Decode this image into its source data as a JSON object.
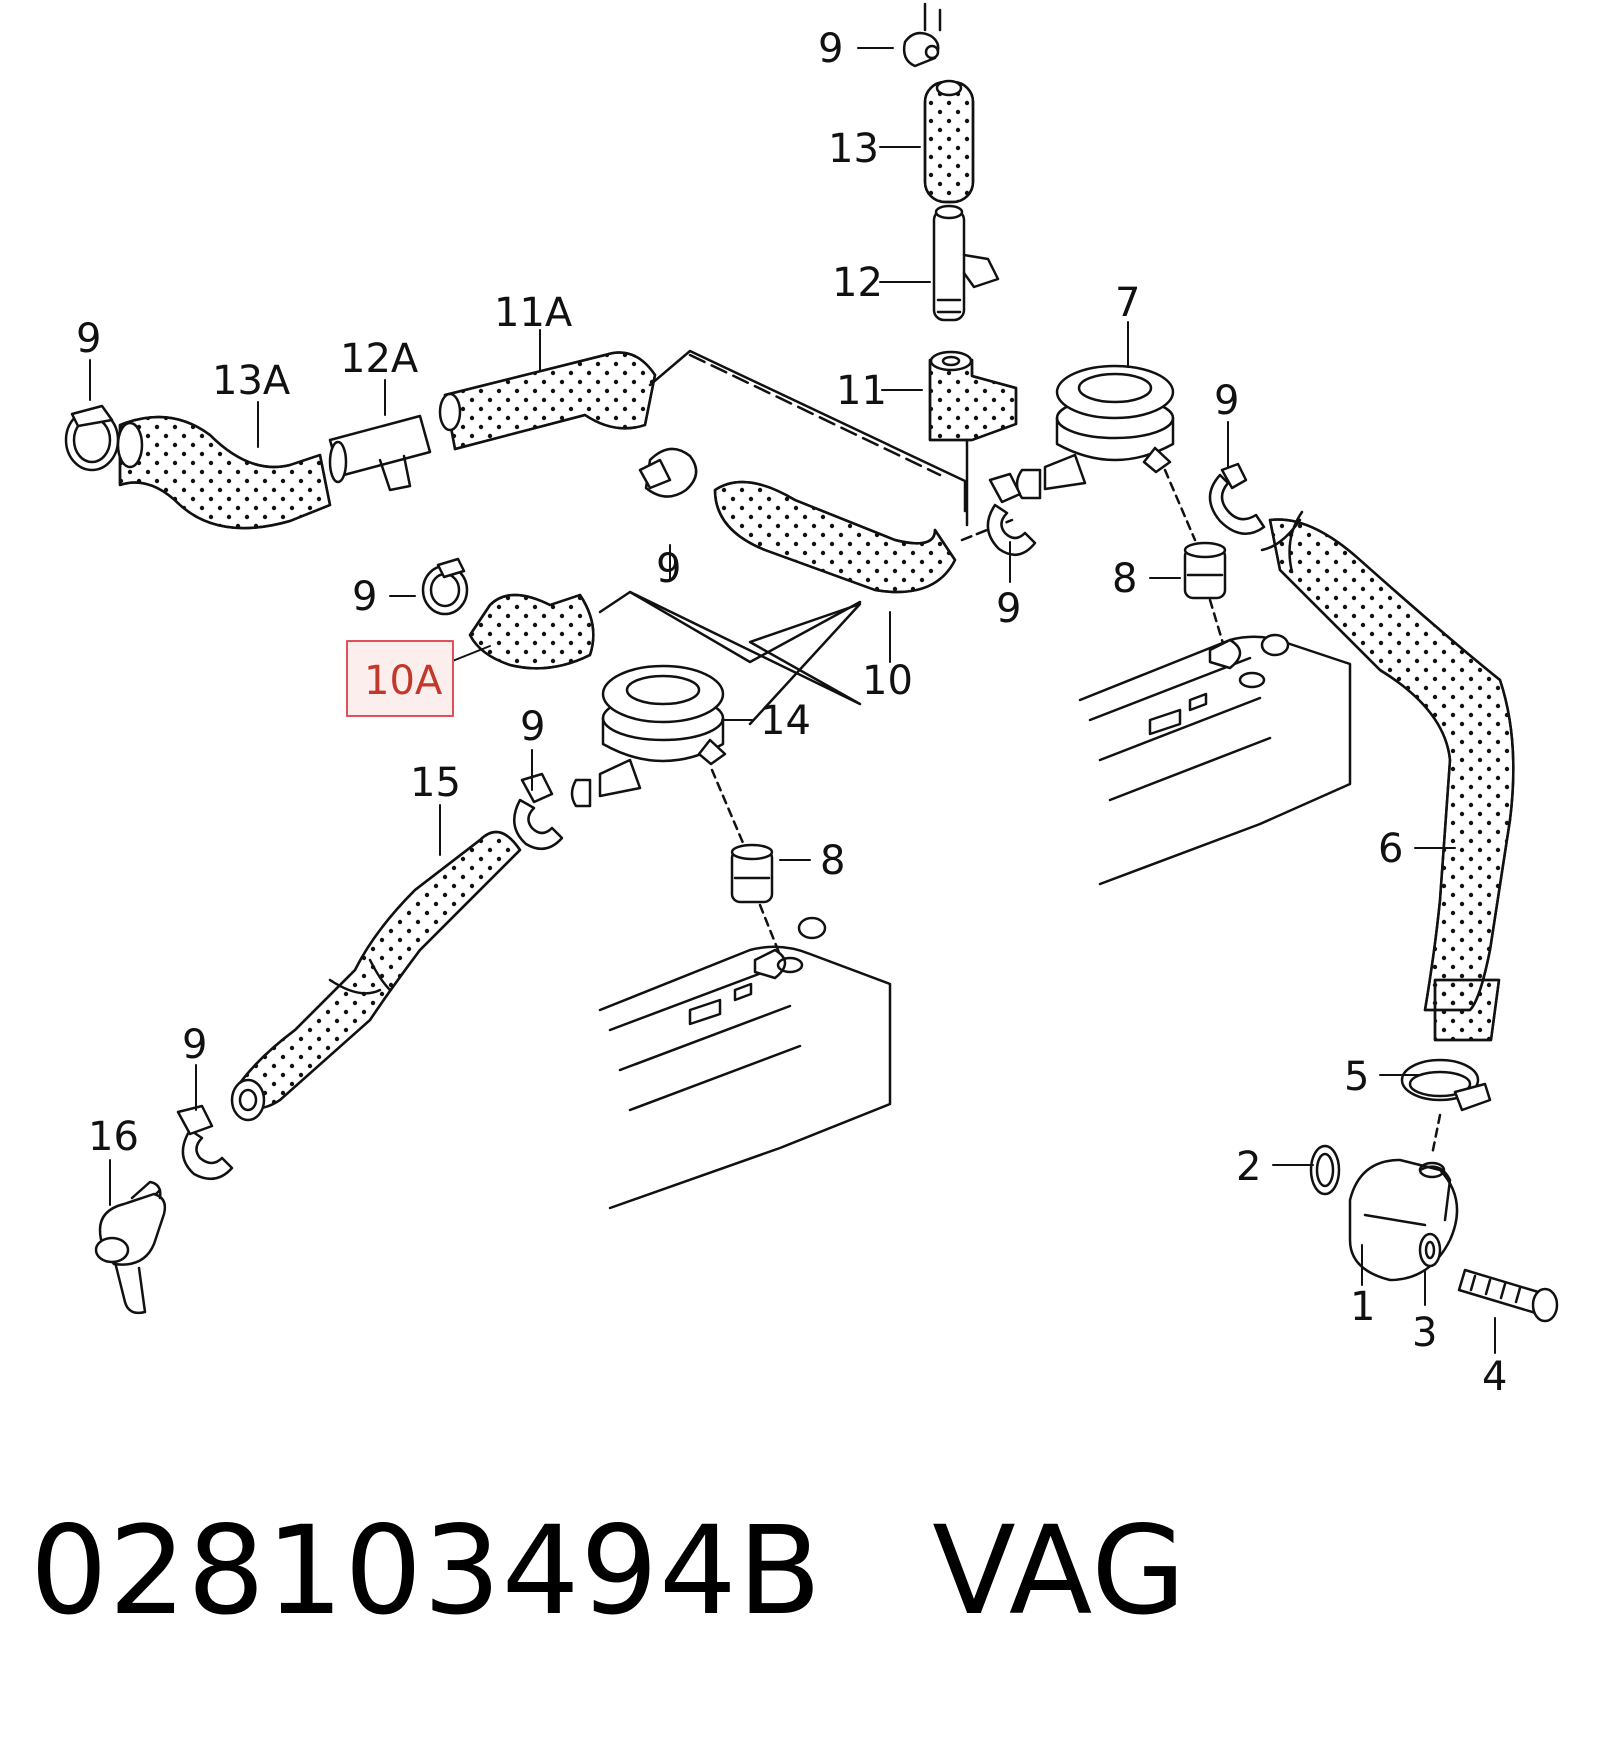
{
  "highlight": {
    "label": "10A",
    "color": "#e0505a"
  },
  "labels": [
    {
      "id": "9-top",
      "text": "9"
    },
    {
      "id": "13",
      "text": "13"
    },
    {
      "id": "12",
      "text": "12"
    },
    {
      "id": "11",
      "text": "11"
    },
    {
      "id": "7",
      "text": "7"
    },
    {
      "id": "11A",
      "text": "11A"
    },
    {
      "id": "12A",
      "text": "12A"
    },
    {
      "id": "13A",
      "text": "13A"
    },
    {
      "id": "9-left",
      "text": "9"
    },
    {
      "id": "9-upper-right",
      "text": "9"
    },
    {
      "id": "9-clamp-mid",
      "text": "9"
    },
    {
      "id": "9-clamp-right",
      "text": "9"
    },
    {
      "id": "8-upper",
      "text": "8"
    },
    {
      "id": "9-10A",
      "text": "9"
    },
    {
      "id": "10",
      "text": "10"
    },
    {
      "id": "10A",
      "text": "10A"
    },
    {
      "id": "14",
      "text": "14"
    },
    {
      "id": "9-15",
      "text": "9"
    },
    {
      "id": "15",
      "text": "15"
    },
    {
      "id": "8-lower",
      "text": "8"
    },
    {
      "id": "6",
      "text": "6"
    },
    {
      "id": "5",
      "text": "5"
    },
    {
      "id": "2",
      "text": "2"
    },
    {
      "id": "1",
      "text": "1"
    },
    {
      "id": "3",
      "text": "3"
    },
    {
      "id": "4",
      "text": "4"
    },
    {
      "id": "9-16",
      "text": "9"
    },
    {
      "id": "16",
      "text": "16"
    }
  ],
  "part_number": "028103494B",
  "brand": "VAG"
}
